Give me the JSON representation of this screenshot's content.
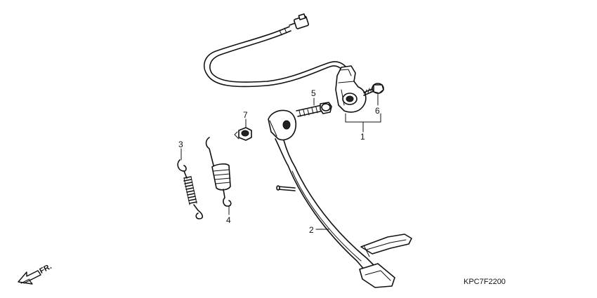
{
  "callouts": {
    "c1": "1",
    "c2": "2",
    "c3": "3",
    "c4": "4",
    "c5": "5",
    "c6": "6",
    "c7": "7"
  },
  "direction_label": "FR.",
  "diagram_code": "KPC7F2200"
}
